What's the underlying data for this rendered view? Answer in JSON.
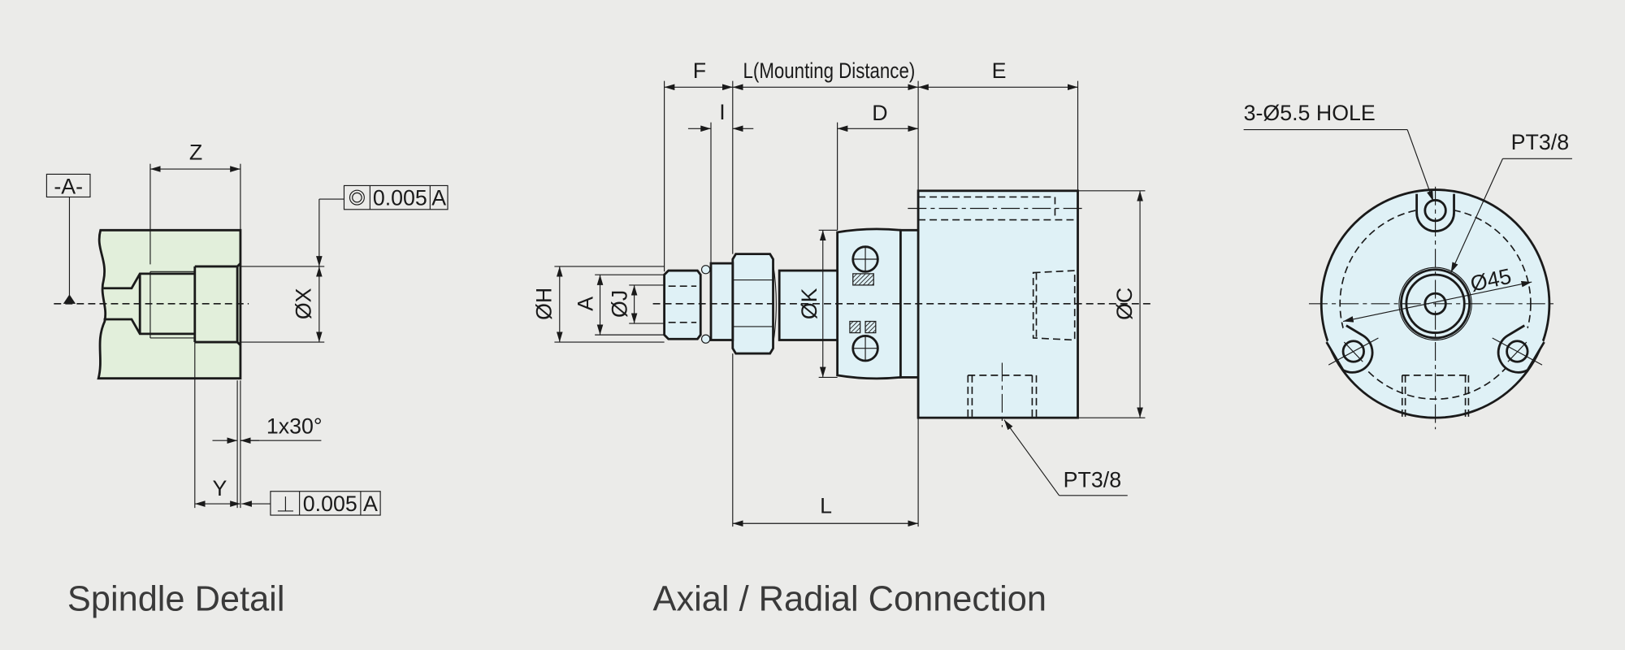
{
  "spindle_detail": {
    "title": "Spindle Detail",
    "datum_label": "-A-",
    "dim_z": "Z",
    "dim_x": "ØX",
    "dim_y": "Y",
    "chamfer": "1x30°",
    "concentricity": {
      "symbol": "◎",
      "value": "0.005",
      "datum": "A"
    },
    "perpendicularity": {
      "symbol": "⊥",
      "value": "0.005",
      "datum": "A"
    },
    "colors": {
      "body": "#e2efdb"
    }
  },
  "axial_radial": {
    "title": "Axial / Radial Connection",
    "dim_f": "F",
    "dim_l_mounting": "L(Mounting Distance)",
    "dim_e": "E",
    "dim_i": "I",
    "dim_d": "D",
    "dim_h": "ØH",
    "dim_a": "A",
    "dim_j": "ØJ",
    "dim_k": "ØK",
    "dim_c": "ØC",
    "dim_l": "L",
    "port_label": "PT3/8",
    "colors": {
      "body": "#dff1f6"
    }
  },
  "end_view": {
    "hole_label": "3-Ø5.5 HOLE",
    "port_label": "PT3/8",
    "pcd_label": "Ø45"
  }
}
